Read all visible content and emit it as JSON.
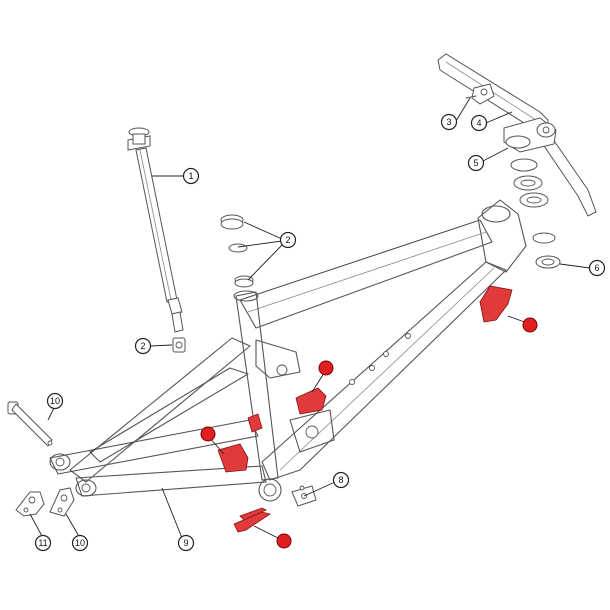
{
  "callouts": [
    {
      "id": "c1",
      "label": "1"
    },
    {
      "id": "c2a",
      "label": "2"
    },
    {
      "id": "c2b",
      "label": "2"
    },
    {
      "id": "c3",
      "label": "3"
    },
    {
      "id": "c4",
      "label": "4"
    },
    {
      "id": "c5",
      "label": "5"
    },
    {
      "id": "c6",
      "label": "6"
    },
    {
      "id": "c8",
      "label": "8"
    },
    {
      "id": "c9",
      "label": "9"
    },
    {
      "id": "c10a",
      "label": "10"
    },
    {
      "id": "c10b",
      "label": "10"
    },
    {
      "id": "c11",
      "label": "11"
    }
  ],
  "colors": {
    "highlight": "#e03a3a",
    "marker": "#e02020",
    "line": "#555555"
  }
}
